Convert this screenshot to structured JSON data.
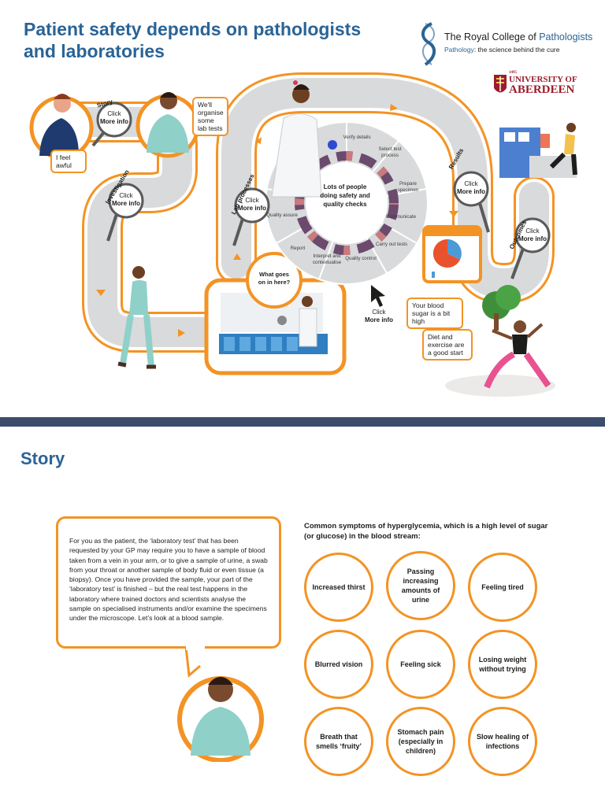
{
  "header": {
    "title": "Patient safety depends on pathologists and laboratories",
    "rcp_name_prefix": "The Royal College of ",
    "rcp_name_highlight": "Pathologists",
    "rcp_tagline_highlight": "Pathology",
    "rcp_tagline_rest": ": the science behind the cure",
    "uni_year": "1495",
    "uni_line1": "UNIVERSITY OF",
    "uni_line2": "ABERDEEN"
  },
  "stages": {
    "story": "Story",
    "investigation": "Investigation",
    "lab_processes": "Lab processes",
    "results": "Results",
    "outcomes": "Outcomes"
  },
  "click_buttons": {
    "click_label": "Click",
    "more_info_label": "More info"
  },
  "speech": {
    "feel_awful": "I feel awful",
    "lab_tests": "We'll organise some lab tests",
    "what_goes_on": "What goes on in here?",
    "blood_sugar": "Your blood sugar is a bit high",
    "diet": "Diet and exercise are a good start"
  },
  "wheel": {
    "center": "Lots of people doing safety and quality checks",
    "segments": [
      "Verify details",
      "Select test process",
      "Prepare specimen",
      "Communicate",
      "Carry out tests",
      "Quality control",
      "Interpret and contextualise",
      "Report",
      "Quality assure"
    ]
  },
  "story_section": {
    "title": "Story",
    "paragraph": "For you as the patient, the ‘laboratory test’ that has been requested by your GP may require you to have a sample of blood taken from a vein in your arm, or to give a sample of urine, a swab from your throat or another sample of body fluid or even tissue (a biopsy). Once you have provided the sample, your part of the ‘laboratory test’ is finished – but the real test happens in the laboratory where trained doctors and scientists analyse the sample on specialised instruments and/or examine the specimens under the microscope. Let’s look at a blood sample.",
    "symptoms_heading": "Common symptoms of hyperglycemia, which is a high level of sugar (or glucose) in the blood stream:",
    "symptoms": [
      "Increased thirst",
      "Passing increasing amounts of urine",
      "Feeling tired",
      "Blurred vision",
      "Feeling sick",
      "Losing weight without trying",
      "Breath that smells ‘fruity’",
      "Stomach pain (especially in children)",
      "Slow healing of infections"
    ]
  },
  "colors": {
    "accent_orange": "#f39324",
    "title_blue": "#2a6496",
    "track_grey": "#d9dadb",
    "band_navy": "#3b4d6b"
  }
}
